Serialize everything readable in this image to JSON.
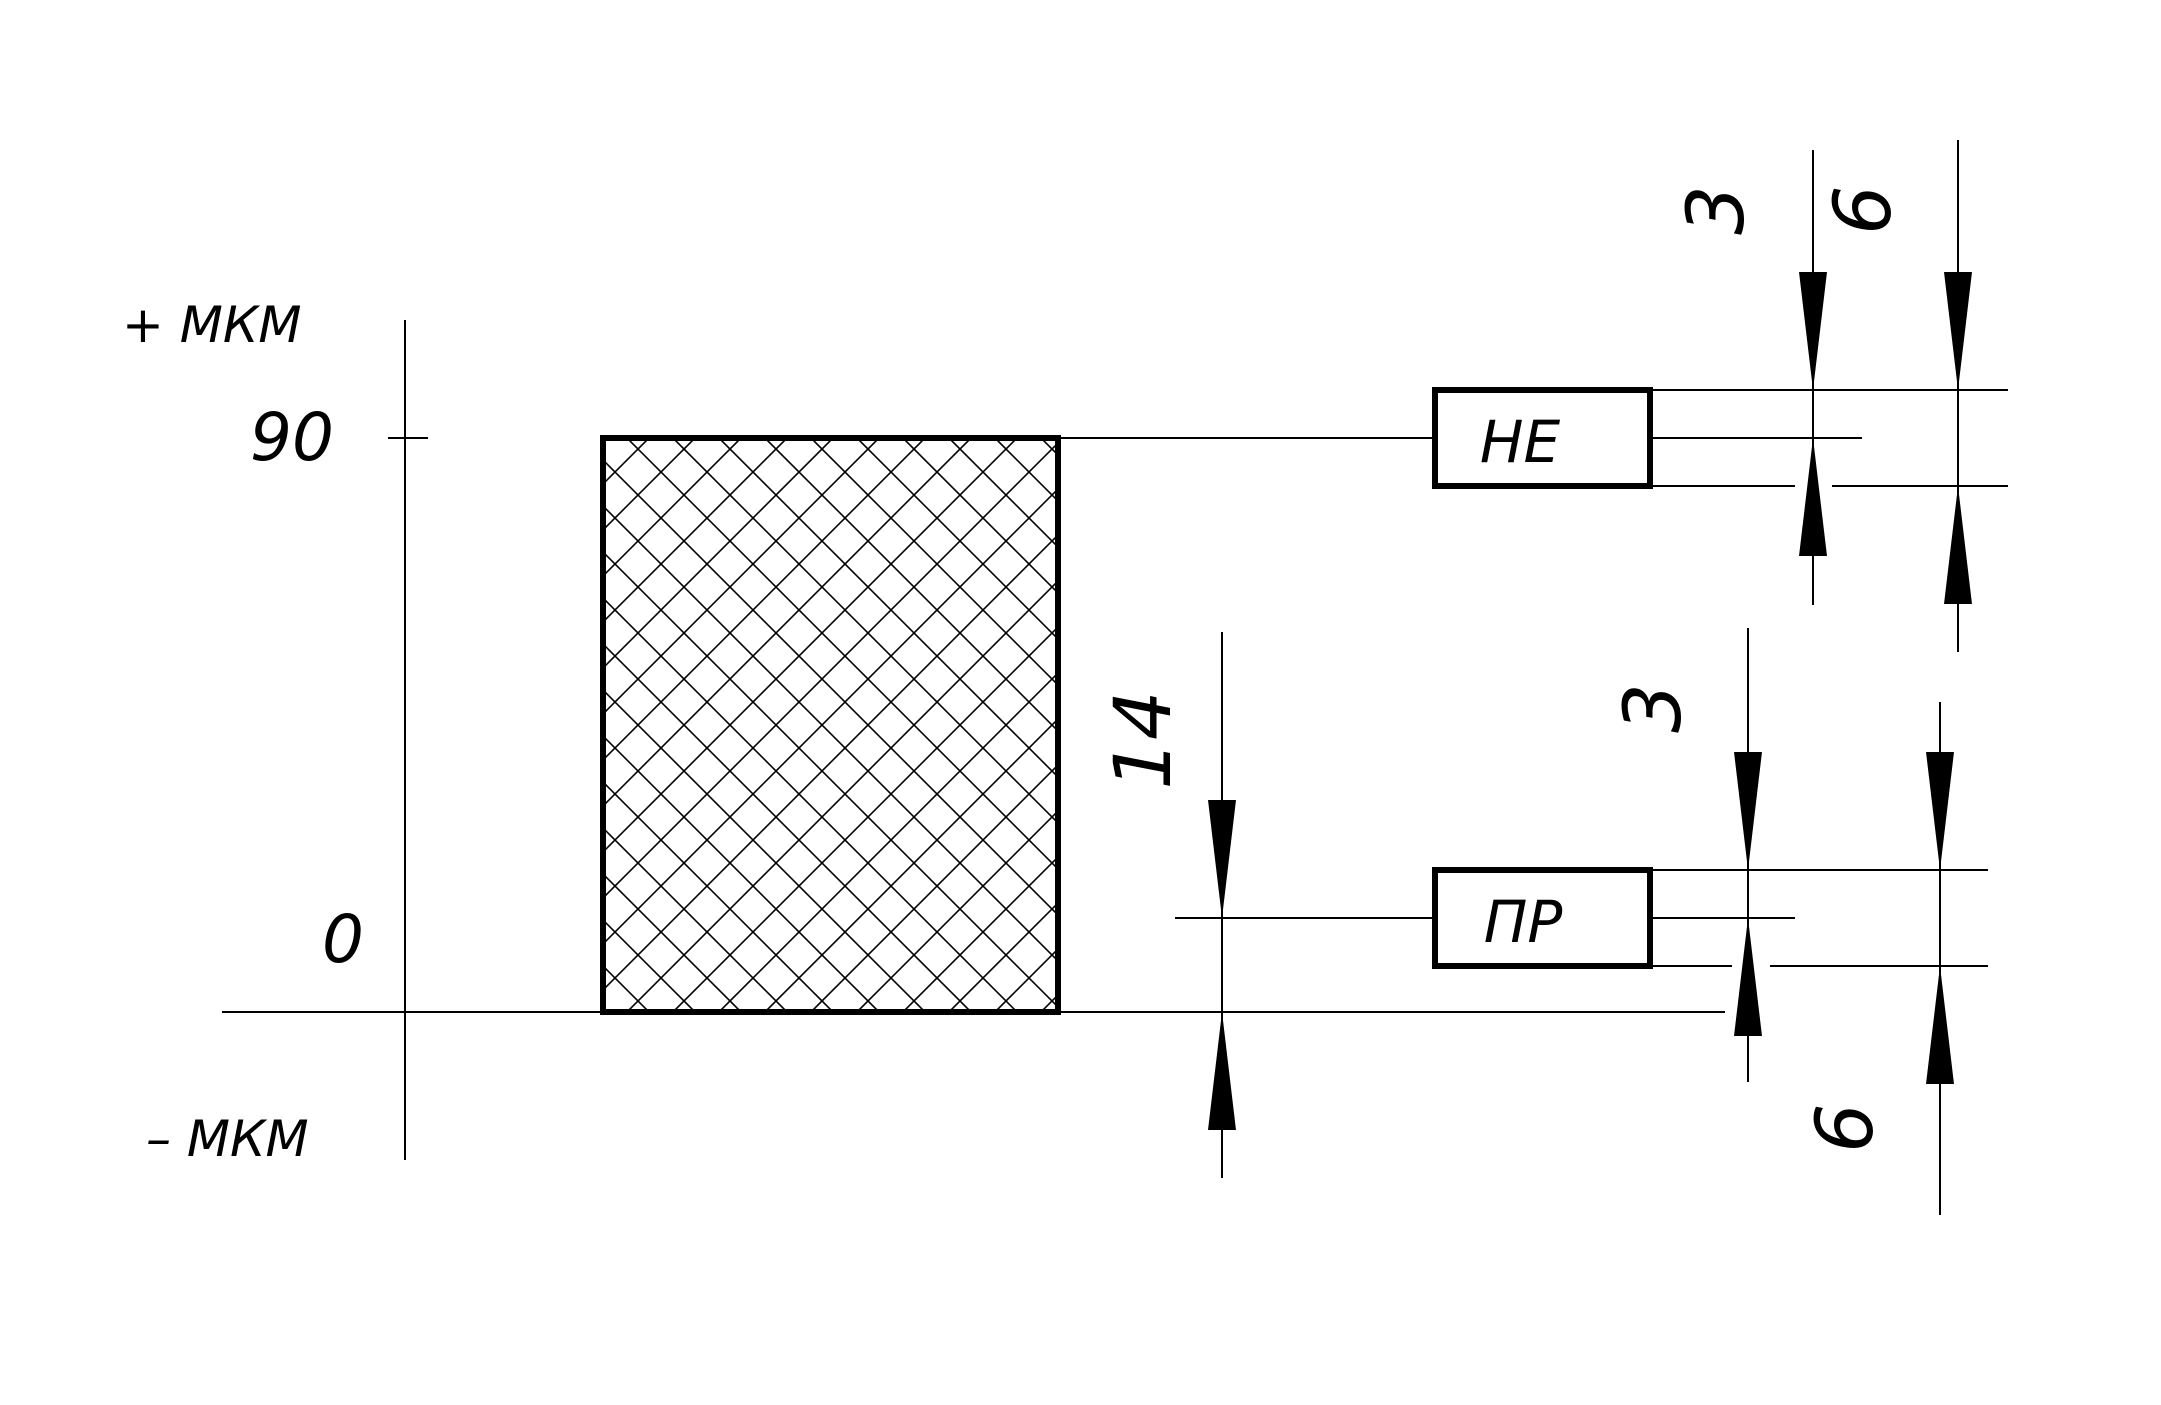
{
  "axis": {
    "plus_unit": "+ МКМ",
    "minus_unit": "– МКМ",
    "upper_value": "90",
    "zero_value": "0"
  },
  "gauges": {
    "no_go_label": "НЕ",
    "go_label": "ПР"
  },
  "dimensions": {
    "go_offset": "14",
    "no_go_tolerance": "3",
    "no_go_wear": "6",
    "go_tolerance": "3",
    "go_wear": "6"
  }
}
